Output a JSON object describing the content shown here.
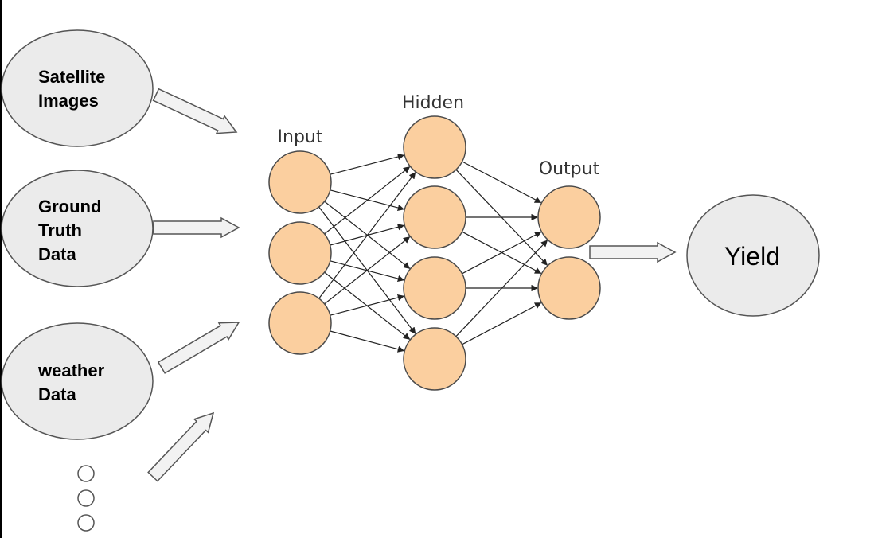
{
  "inputs": [
    {
      "lines": [
        "Satellite",
        "Images"
      ]
    },
    {
      "lines": [
        "Ground",
        "Truth",
        "Data"
      ]
    },
    {
      "lines": [
        "weather",
        "Data"
      ]
    }
  ],
  "network": {
    "input_label": "Input",
    "hidden_label": "Hidden",
    "output_label": "Output",
    "layer_sizes": [
      3,
      4,
      2
    ]
  },
  "result": {
    "label": "Yield"
  },
  "colors": {
    "neuron_fill": "#fbcf9f",
    "neuron_stroke": "#4a4a4a",
    "ellipse_fill": "#ebebeb",
    "ellipse_stroke": "#555555",
    "arrow_fill": "#f2f2f2",
    "arrow_stroke": "#555555",
    "connection": "#222222"
  }
}
